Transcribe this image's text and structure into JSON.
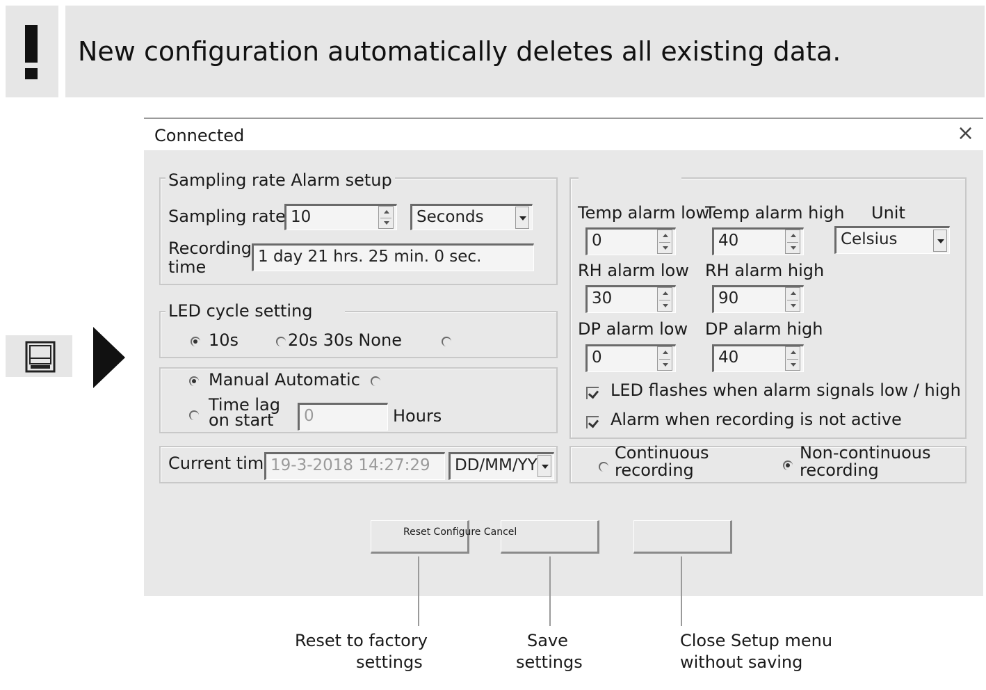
{
  "warning": {
    "symbol": "!",
    "text": "New configuration automatically deletes all existing data."
  },
  "sidebar": {
    "icon": "save-icon"
  },
  "dialog": {
    "title": "Connected",
    "close_symbol": "×",
    "sampling_group": {
      "title": "Sampling rate Alarm setup",
      "sampling_rate_label": "Sampling rate",
      "sampling_rate_value": "10",
      "sampling_unit": "Seconds",
      "recording_time_label_1": "Recording",
      "recording_time_label_2": "time",
      "recording_time_value": "1 day  21 hrs.  25 min.  0 sec."
    },
    "led_group": {
      "title": "LED cycle setting",
      "option_10s": "10s",
      "option_rest": "20s 30s None"
    },
    "start_group": {
      "manual_automatic": "Manual Automatic",
      "time_lag_1": "Time lag",
      "time_lag_2": "on start",
      "time_lag_value": "0",
      "hours_label": "Hours"
    },
    "time_group": {
      "current_time_label": "Current time",
      "current_time_value": "19-3-2018 14:27:29",
      "date_format": "DD/MM/YY"
    },
    "alarm_group": {
      "temp_low_label": "Temp alarm low",
      "temp_low_value": "0",
      "temp_high_label": "Temp alarm high",
      "temp_high_value": "40",
      "unit_label": "Unit",
      "unit_value": "Celsius",
      "rh_low_label": "RH alarm low",
      "rh_low_value": "30",
      "rh_high_label": "RH alarm high",
      "rh_high_value": "90",
      "dp_low_label": "DP alarm low",
      "dp_low_value": "0",
      "dp_high_label": "DP alarm high",
      "dp_high_value": "40",
      "led_flash_label": "LED flashes when alarm signals low / high",
      "alarm_inactive_label": "Alarm when recording is not active"
    },
    "recording_mode": {
      "continuous_1": "Continuous",
      "continuous_2": "recording",
      "noncontinuous_1": "Non-continuous",
      "noncontinuous_2": "recording"
    },
    "buttons_label": "Reset Configure Cancel"
  },
  "captions": {
    "reset_1": "Reset to factory",
    "reset_2": "settings",
    "save_1": "Save",
    "save_2": "settings",
    "close_1": "Close Setup menu",
    "close_2": "without saving"
  }
}
